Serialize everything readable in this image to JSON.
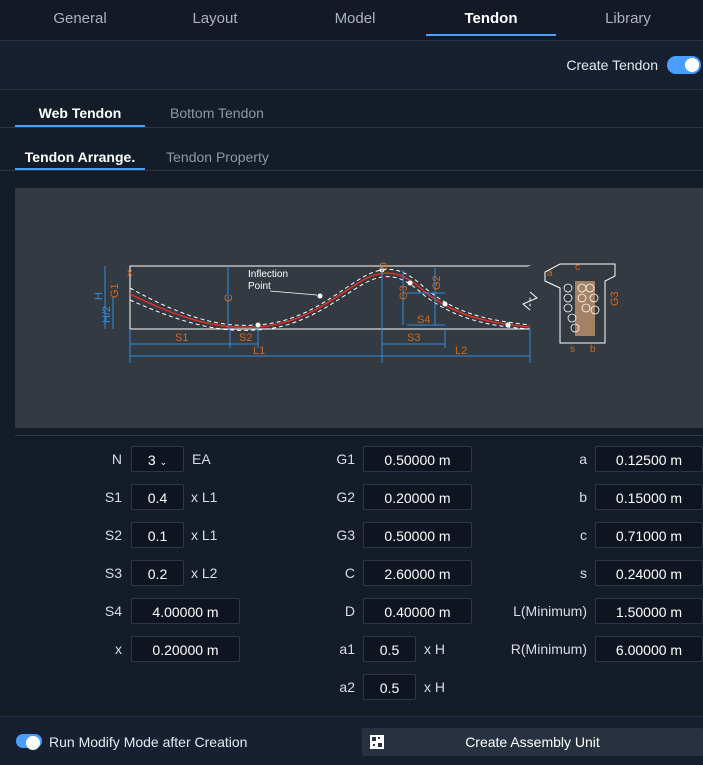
{
  "nav": {
    "tabs": [
      "General",
      "Layout",
      "Model",
      "Tendon",
      "Library"
    ],
    "active": "Tendon"
  },
  "create_tendon": {
    "label": "Create Tendon",
    "enabled": true
  },
  "tendon_tabs": {
    "web": "Web Tendon",
    "bottom": "Bottom Tendon"
  },
  "arrange_tabs": {
    "arrange": "Tendon Arrange.",
    "property": "Tendon Property"
  },
  "diagram": {
    "labels": {
      "inflection": "Inflection",
      "point": "Point",
      "S1": "S1",
      "S2": "S2",
      "S3": "S3",
      "S4": "S4",
      "L1": "L1",
      "L2": "L2",
      "G1": "G1",
      "G2": "G2",
      "G3": "G3",
      "C": "C",
      "D": "D",
      "H": "H",
      "H2": "H/2",
      "x": "x",
      "a": "a",
      "b": "b",
      "c": "c",
      "s": "s"
    }
  },
  "params": {
    "N": {
      "label": "N",
      "value": "3",
      "unit": "EA"
    },
    "S1": {
      "label": "S1",
      "value": "0.4",
      "unit": "x L1"
    },
    "S2": {
      "label": "S2",
      "value": "0.1",
      "unit": "x L1"
    },
    "S3": {
      "label": "S3",
      "value": "0.2",
      "unit": "x L2"
    },
    "S4": {
      "label": "S4",
      "value": "4.00000 m"
    },
    "x": {
      "label": "x",
      "value": "0.20000 m"
    },
    "G1": {
      "label": "G1",
      "value": "0.50000 m"
    },
    "G2": {
      "label": "G2",
      "value": "0.20000 m"
    },
    "G3": {
      "label": "G3",
      "value": "0.50000 m"
    },
    "C": {
      "label": "C",
      "value": "2.60000 m"
    },
    "D": {
      "label": "D",
      "value": "0.40000 m"
    },
    "a1": {
      "label": "a1",
      "value": "0.5",
      "unit": "x H"
    },
    "a2": {
      "label": "a2",
      "value": "0.5",
      "unit": "x H"
    },
    "a": {
      "label": "a",
      "value": "0.12500 m"
    },
    "b": {
      "label": "b",
      "value": "0.15000 m"
    },
    "c": {
      "label": "c",
      "value": "0.71000 m"
    },
    "s": {
      "label": "s",
      "value": "0.24000 m"
    },
    "Lmin": {
      "label": "L(Minimum)",
      "value": "1.50000 m"
    },
    "Rmin": {
      "label": "R(Minimum)",
      "value": "6.00000 m"
    }
  },
  "footer": {
    "run_modify_label": "Run Modify Mode after Creation",
    "run_modify_enabled": true,
    "create_unit_label": "Create Assembly Unit"
  },
  "colors": {
    "accent": "#4a9eff",
    "tendon": "#e0302a",
    "dim": "#2f8fe0",
    "label": "#d2691e"
  }
}
